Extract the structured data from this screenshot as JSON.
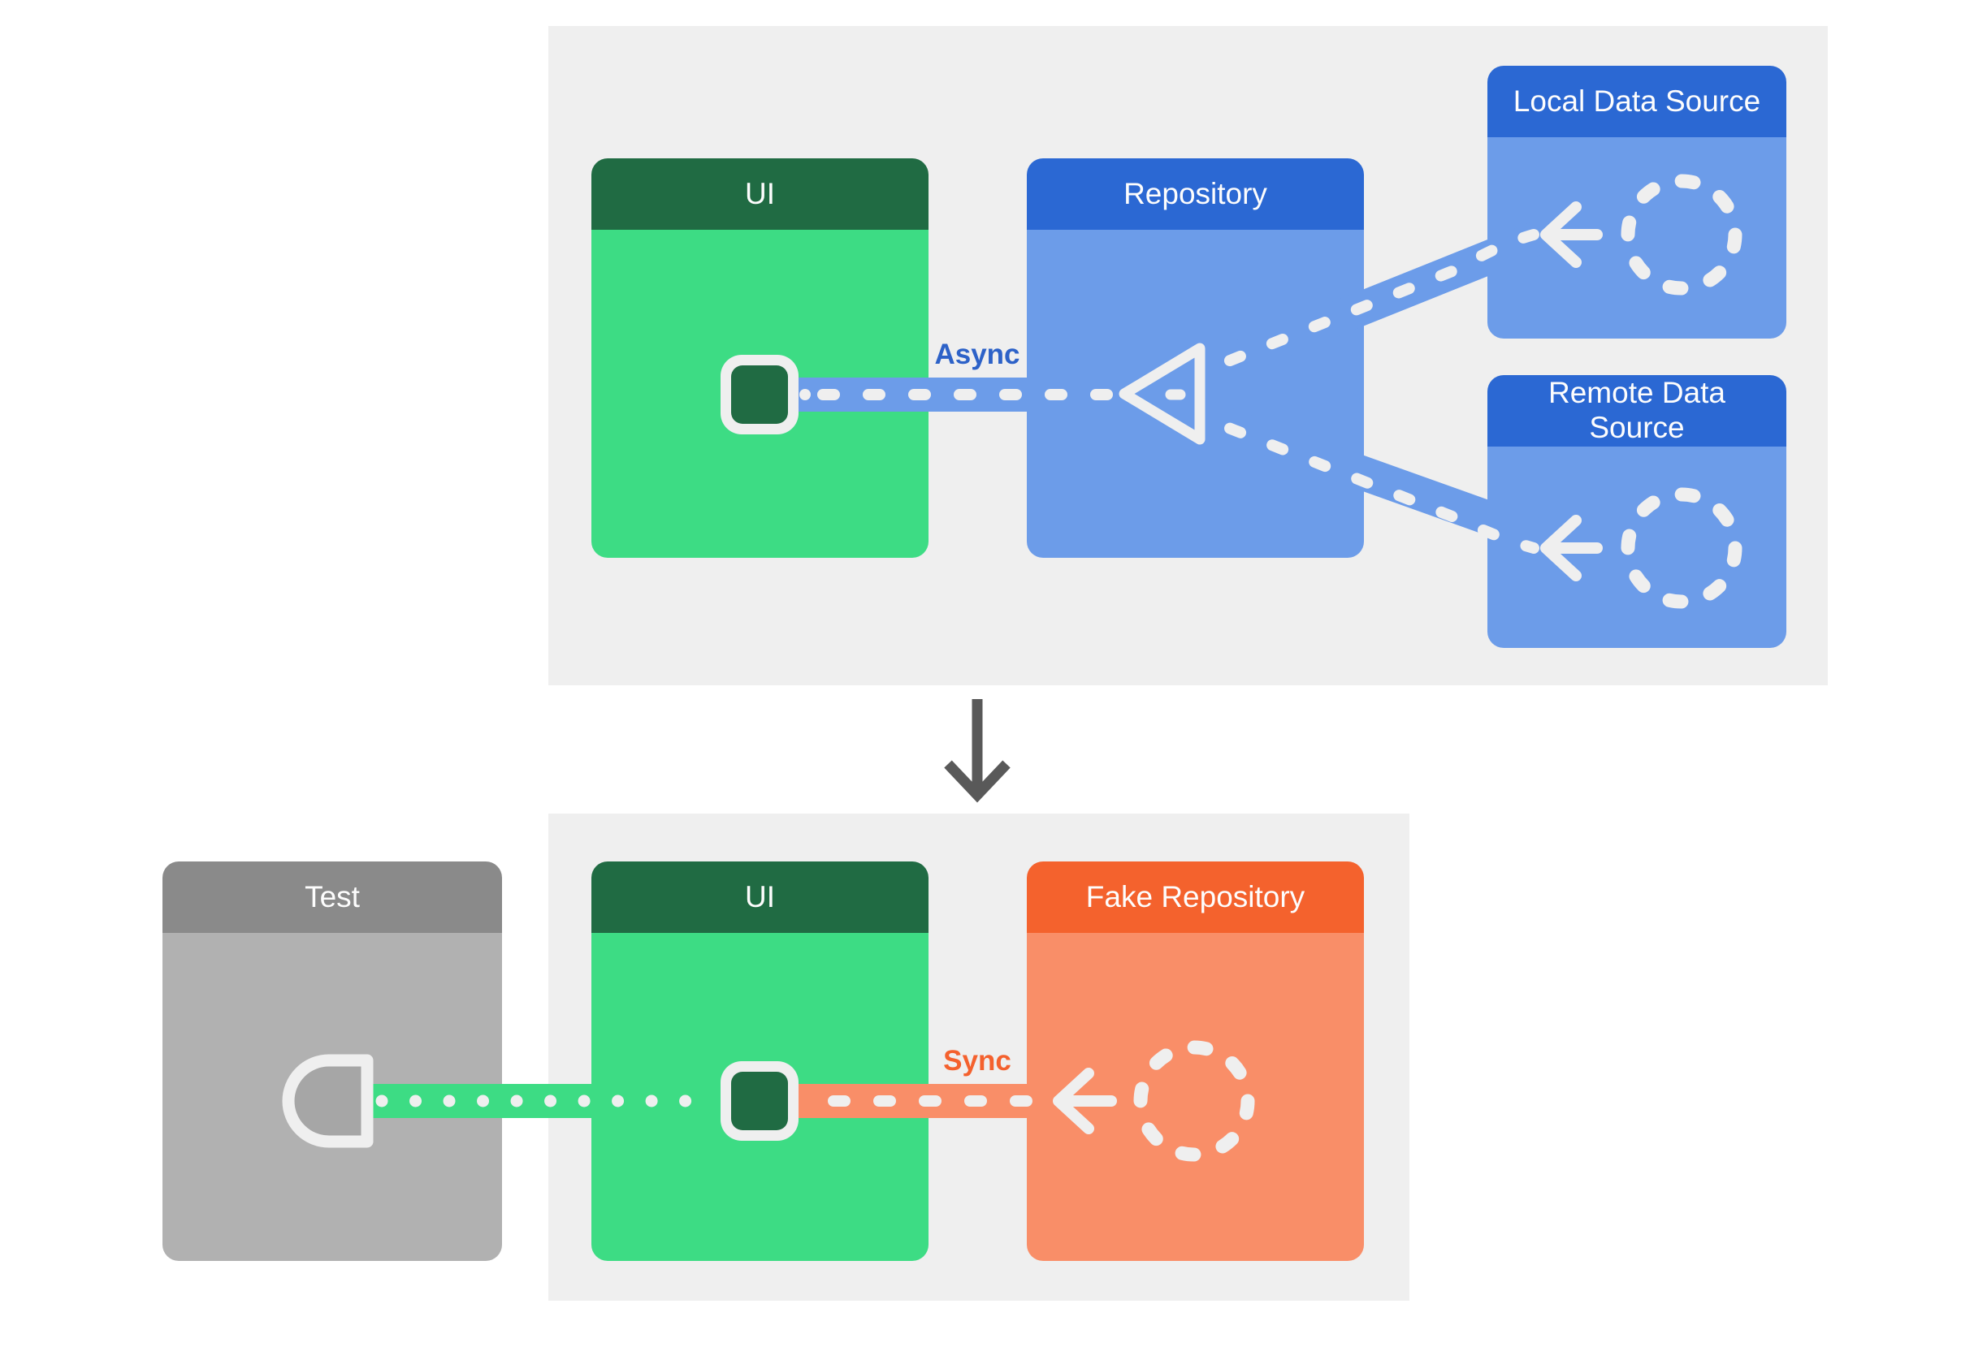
{
  "top_panel": {
    "ui_card": {
      "title": "UI"
    },
    "repository_card": {
      "title": "Repository"
    },
    "local_data_source_card": {
      "title": "Local Data Source"
    },
    "remote_data_source_card": {
      "title": "Remote Data\nSource"
    },
    "async_label": "Async"
  },
  "bottom_panel": {
    "test_card": {
      "title": "Test"
    },
    "ui_card": {
      "title": "UI"
    },
    "fake_repository_card": {
      "title": "Fake Repository"
    },
    "sync_label": "Sync"
  },
  "icons": {
    "chip_icon": "rounded-square chip plugged into pipe",
    "socket_icon": "half-round test socket",
    "dashed_circle_icon": "dashed circle (replaceable component)",
    "arrow_left_icon": "left arrow",
    "merge_triangle_icon": "left-pointing merge triangle",
    "down_arrow_icon": "downward arrow between panels"
  },
  "colors": {
    "panel_bg": "#efefef",
    "green_header": "#206b43",
    "green_body": "#3ddc84",
    "blue_header": "#2b68d3",
    "blue_body": "#6c9ce9",
    "orange_header": "#f4622d",
    "orange_body": "#f98e68",
    "gray_header": "#8a8a8a",
    "gray_body": "#b1b1b1",
    "icon_white": "#efefef",
    "async_text": "#2d62c8",
    "sync_text": "#f4612e",
    "down_arrow": "#595959"
  }
}
